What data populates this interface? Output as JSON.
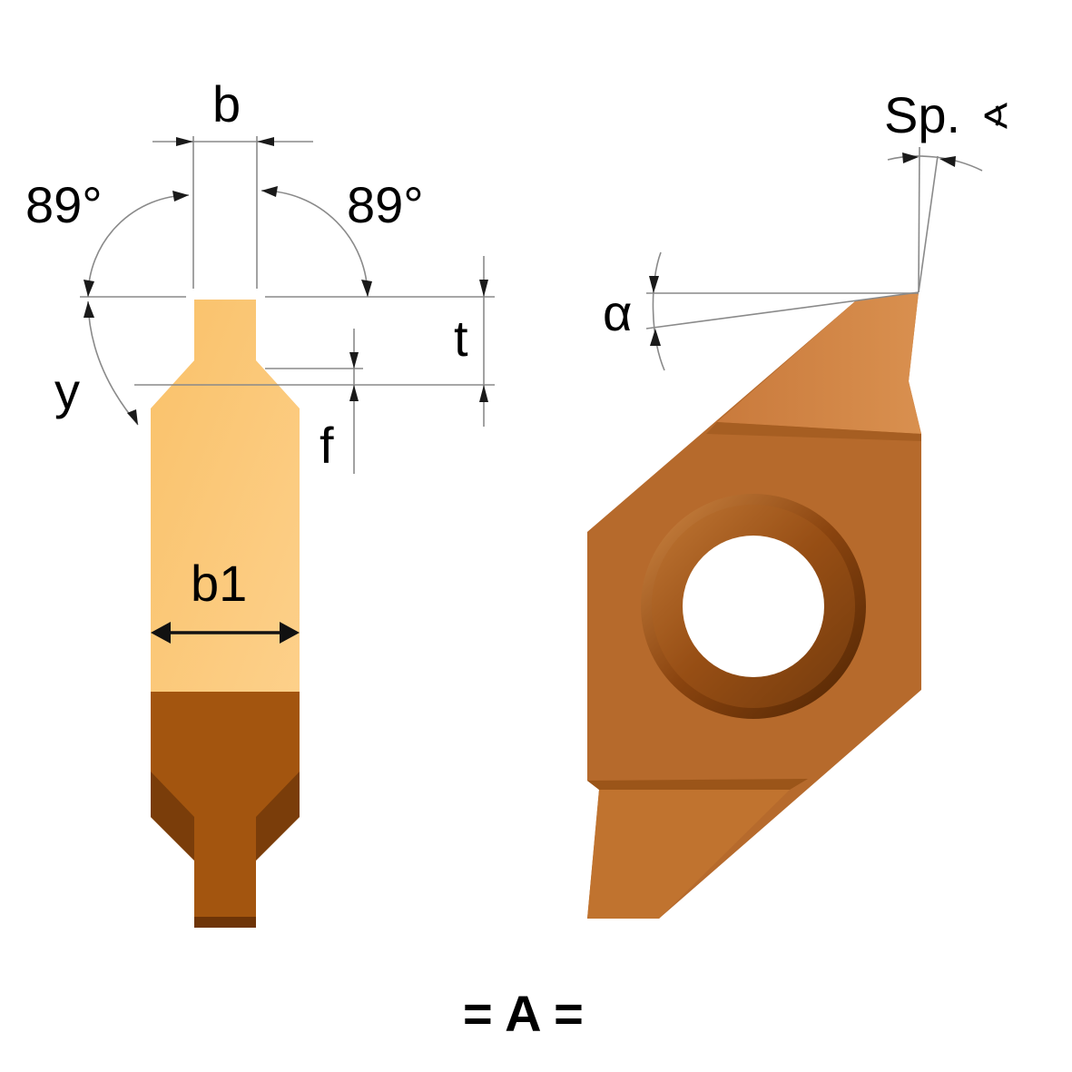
{
  "diagram": {
    "labels": {
      "b": "b",
      "angle_left": "89°",
      "angle_right": "89°",
      "t": "t",
      "f": "f",
      "y": "y",
      "b1": "b1",
      "alpha": "α",
      "sp": "Sp.",
      "sp_angle_symbol": "∢"
    },
    "caption": "= A =",
    "colors": {
      "insert_light": "#fbc670",
      "insert_dark": "#a3550f",
      "insert_dark_side": "#7a3d0a",
      "body_main": "#b66a2c",
      "body_light": "#d98c52",
      "dimension_lines": "#8a8a8a"
    }
  }
}
